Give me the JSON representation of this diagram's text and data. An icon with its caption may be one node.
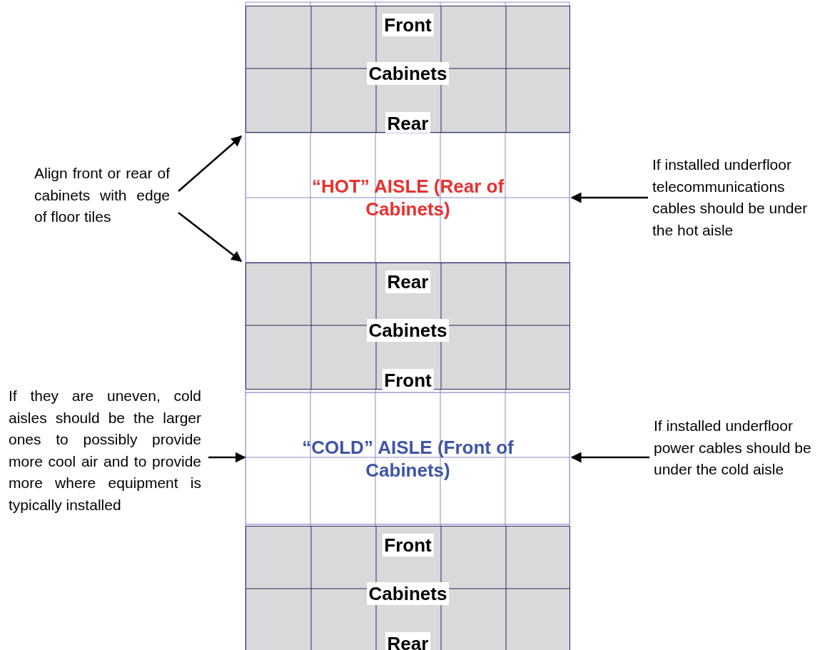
{
  "diagram": {
    "nodes": [
      {
        "text": [
          "Front",
          "Cabinets",
          "Rear"
        ]
      },
      {
        "text": [
          "“HOT” AISLE (Rear of Cabinets)"
        ]
      },
      {
        "text": [
          "Rear",
          "Cabinets",
          "Front"
        ]
      },
      {
        "text": [
          "“COLD” AISLE (Front of Cabinets)"
        ]
      },
      {
        "text": [
          "Front",
          "Cabinets",
          "Rear"
        ]
      },
      {
        "text": [
          "Align front or rear of cabinets with edge of floor tiles"
        ]
      },
      {
        "text": [
          "If installed underfloor telecommunications cables should be under the hot aisle"
        ]
      },
      {
        "text": [
          "If they are uneven, cold aisles should be the larger ones to possibly provide more cool air and to provide more where equipment is typically installed"
        ]
      },
      {
        "text": [
          "If installed underfloor power cables should be under the cold aisle"
        ]
      }
    ],
    "edges": [
      {
        "from": 5,
        "to": 0,
        "arrow": "to"
      },
      {
        "from": 5,
        "to": 2,
        "arrow": "to"
      },
      {
        "from": 6,
        "to": 1,
        "arrow": "to"
      },
      {
        "from": 7,
        "to": 3,
        "arrow": "to"
      },
      {
        "from": 8,
        "to": 3,
        "arrow": "to"
      }
    ]
  }
}
